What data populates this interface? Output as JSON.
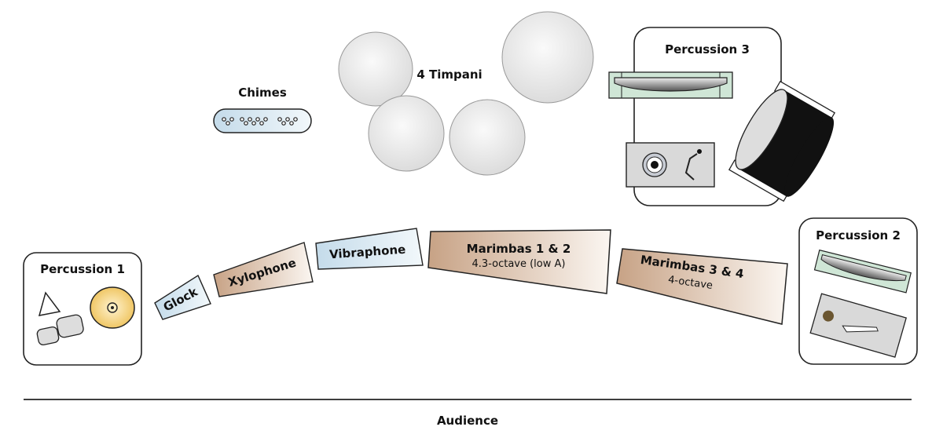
{
  "stations": {
    "percussion1": "Percussion 1",
    "percussion2": "Percussion 2",
    "percussion3": "Percussion 3"
  },
  "instruments": {
    "chimes": "Chimes",
    "timpani": "4 Timpani",
    "glock": "Glock",
    "xylophone": "Xylophone",
    "vibraphone": "Vibraphone",
    "marimbas12": {
      "title": "Marimbas 1 & 2",
      "detail": "4.3-octave (low A)"
    },
    "marimbas34": {
      "title": "Marimbas 3 & 4",
      "detail": "4-octave"
    }
  },
  "audience": "Audience",
  "colors": {
    "keyboard_blue": "#d6e8f2",
    "marimba_brown": "#c9a98a",
    "cymbal_gold": "#f0c964",
    "timpani_gray": "#e6e6e6",
    "table_gray": "#d9d9d9",
    "green_rack": "#cfe6d6"
  }
}
